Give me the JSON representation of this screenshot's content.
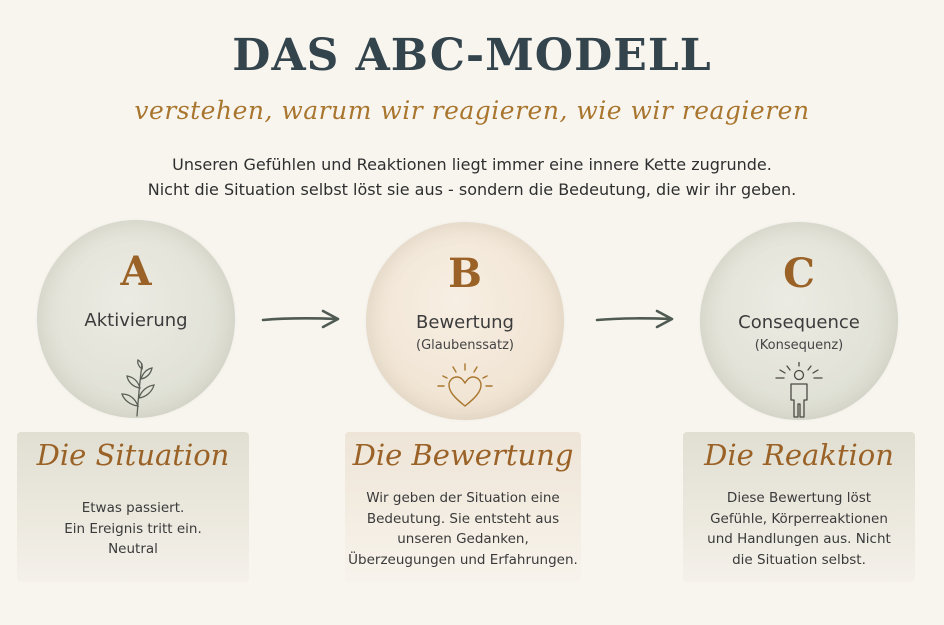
{
  "title": "DAS ABC-MODELL",
  "subtitle": "verstehen, warum wir reagieren, wie wir reagieren",
  "intro": [
    "Unseren Gefühlen und Reaktionen liegt immer eine innere Kette zugrunde.",
    "Nicht die Situation selbst löst sie aus - sondern die Bedeutung, die wir ihr geben."
  ],
  "steps": [
    {
      "letter": "A",
      "label": "Aktivierung",
      "sublabel": "",
      "icon": "leaf-sprig-icon",
      "panel_title": "Die Situation",
      "panel_text": [
        "Etwas passiert.",
        "Ein Ereignis tritt ein.",
        "Neutral"
      ]
    },
    {
      "letter": "B",
      "label": "Bewertung",
      "sublabel": "(Glaubenssatz)",
      "icon": "glowing-heart-icon",
      "panel_title": "Die Bewertung",
      "panel_text": [
        "Wir geben der Situation eine",
        "Bedeutung. Sie entsteht aus",
        "unseren Gedanken,",
        "Überzeugungen und Erfahrungen."
      ]
    },
    {
      "letter": "C",
      "label": "Consequence",
      "sublabel": "(Konsequenz)",
      "icon": "person-radiating-icon",
      "panel_title": "Die Reaktion",
      "panel_text": [
        "Diese Bewertung löst",
        "Gefühle, Körperreaktionen",
        "und Handlungen aus. Nicht",
        "die Situation selbst."
      ]
    }
  ],
  "colors": {
    "title": "#34444d",
    "accent": "#9a6227",
    "subtitle": "#a9762f",
    "arrow": "#4f5a52",
    "background": "#f8f5ef"
  }
}
